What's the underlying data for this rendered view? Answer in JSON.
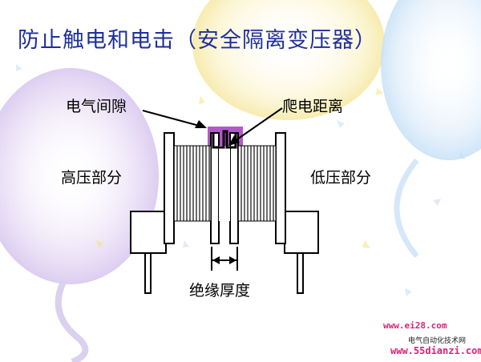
{
  "title": "防止触电和电击（安全隔离变压器）",
  "labels": {
    "air_gap": "电气间隙",
    "creepage": "爬电距离",
    "high_voltage": "高压部分",
    "low_voltage": "低压部分",
    "insulation_thickness": "绝缘厚度"
  },
  "watermarks": {
    "site1": "www.ei28.com",
    "site_name": "电气自动化技术网",
    "site2": "www.55dianzi.com"
  },
  "colors": {
    "title": "#1f2f9a",
    "gap_highlight": "#b259c9",
    "watermark": "#e0207a"
  }
}
